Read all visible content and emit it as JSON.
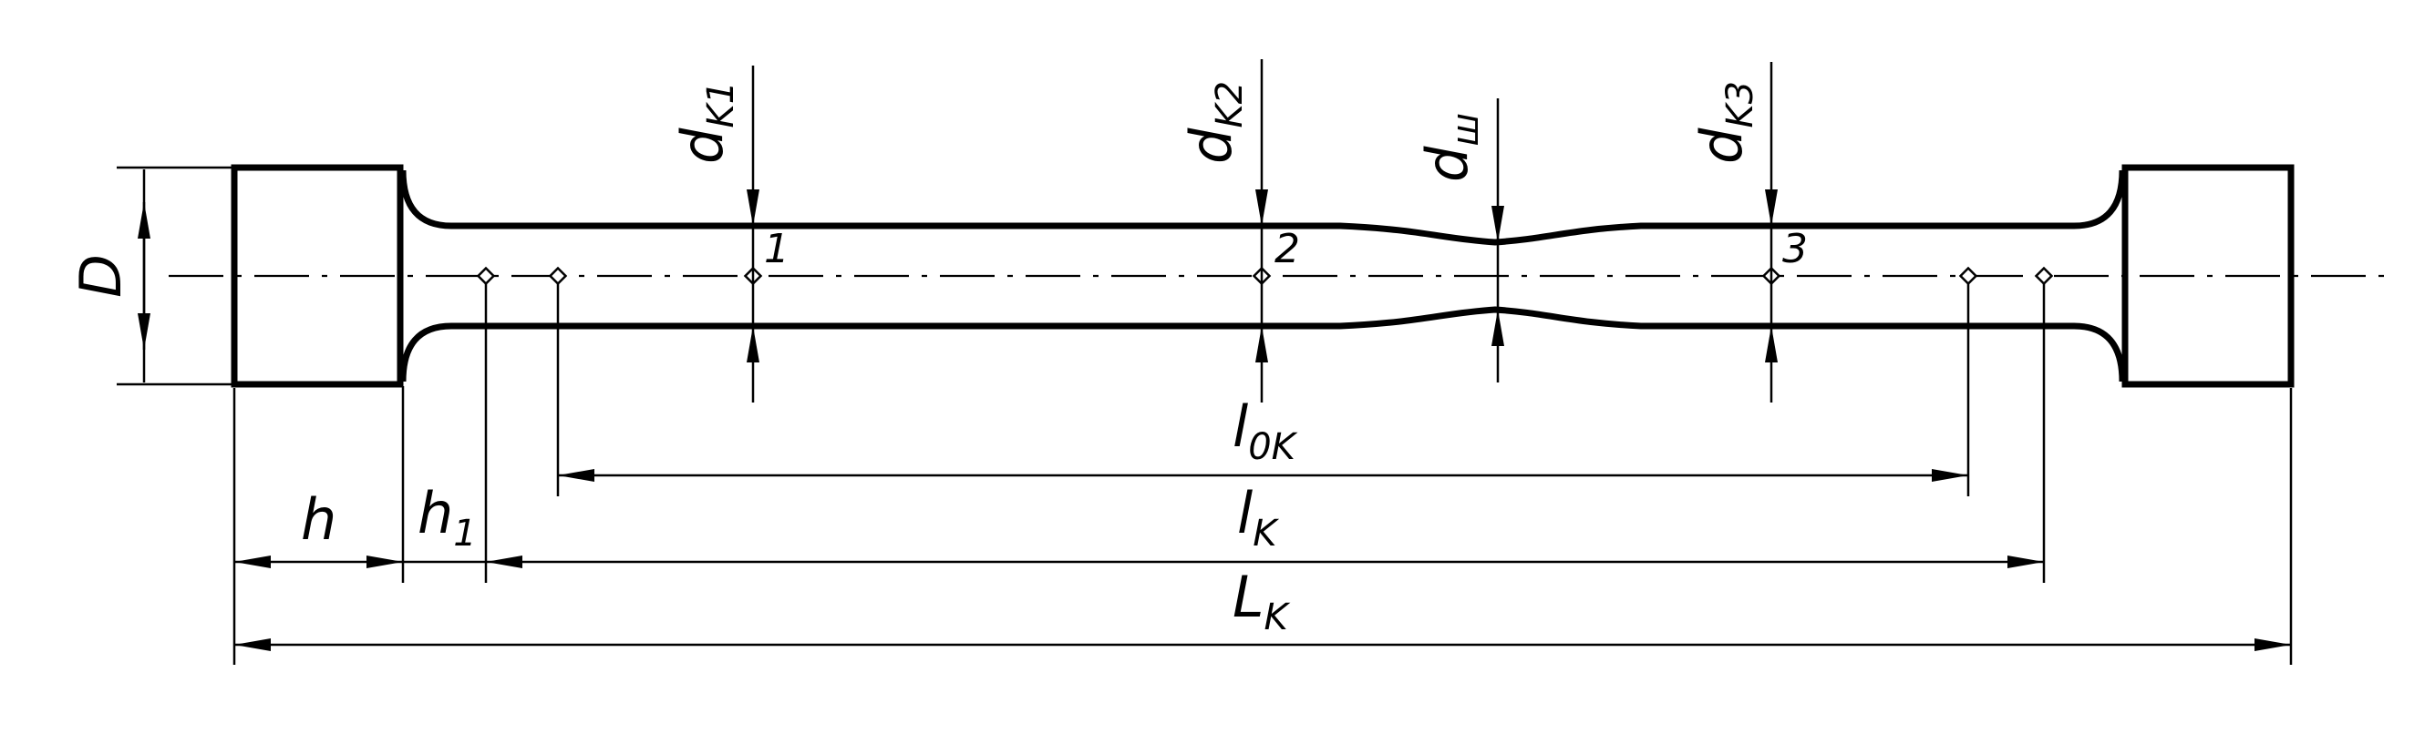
{
  "drawing": {
    "diameter_label": "D",
    "head_length_label": "h",
    "transition_label": {
      "main": "h",
      "sub": "1"
    },
    "measuring_points": [
      {
        "label": {
          "main": "d",
          "sub": "K1"
        },
        "number": "1"
      },
      {
        "label": {
          "main": "d",
          "sub": "K2"
        },
        "number": "2"
      },
      {
        "label": {
          "main": "d",
          "sub": "K3"
        },
        "number": "3"
      }
    ],
    "neck_label": {
      "main": "d",
      "sub": "ш"
    },
    "initial_gauge_length": {
      "main": "l",
      "sub": "0K"
    },
    "final_gauge_length": {
      "main": "l",
      "sub": "K"
    },
    "total_length": {
      "main": "L",
      "sub": "K"
    }
  }
}
